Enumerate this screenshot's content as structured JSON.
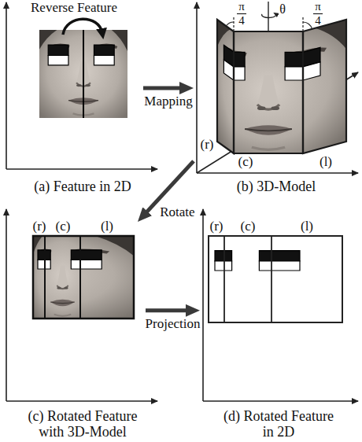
{
  "diagram": {
    "nodes": [
      {
        "text": [
          "(a) Feature in 2D"
        ]
      },
      {
        "text": [
          "(b) 3D-Model"
        ]
      },
      {
        "text": [
          "(c) Rotated Feature with 3D-Model"
        ]
      },
      {
        "text": [
          "(d) Rotated Feature in 2D"
        ]
      }
    ],
    "edges": [
      {
        "from": 0,
        "to": 1,
        "arrow": "to",
        "label": "Mapping"
      },
      {
        "from": 1,
        "to": 2,
        "arrow": "to",
        "label": "Rotate"
      },
      {
        "from": 2,
        "to": 3,
        "arrow": "to",
        "label": "Projection"
      }
    ],
    "labels": [
      "Reverse Feature",
      "π",
      "4",
      "θ",
      "π",
      "4",
      "(r)",
      "(c)",
      "(l)",
      "(r)",
      "(c)",
      "(l)",
      "(r)",
      "(c)",
      "(l)"
    ]
  }
}
